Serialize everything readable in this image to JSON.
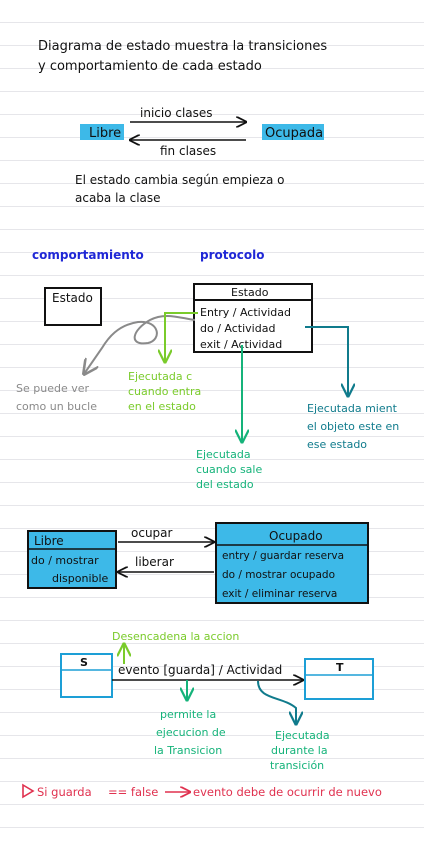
{
  "colors": {
    "ink": "#111111",
    "blue_highlight": "#3db9e8",
    "title_blue": "#1f27d6",
    "gray": "#8a8a8a",
    "lime": "#7acb2b",
    "green": "#15b37a",
    "teal": "#107b8c",
    "red": "#e0314f"
  },
  "intro": {
    "title_line1": "Diagrama de  estado muestra la transiciones",
    "title_line2": "y comportamiento de  cada estado",
    "state_libre": "Libre",
    "state_ocupada": "Ocupada",
    "arrow_inicio": "inicio clases",
    "arrow_fin": "fin clases",
    "note_line1": "El estado cambia según empieza o",
    "note_line2": "acaba la clase"
  },
  "types": {
    "comportamiento": "comportamiento",
    "protocolo": "protocolo",
    "simple_state": "Estado",
    "state_header": "Estado",
    "row_entry": "Entry / Actividad",
    "row_do": "do  / Actividad",
    "row_exit": "exit  / Actividad",
    "note_loop_1": "Se puede ver",
    "note_loop_2": "como un bucle",
    "note_entry_1": "Ejecutada c",
    "note_entry_2": "cuando entra",
    "note_entry_3": "en el estado",
    "note_exit_1": "Ejecutada",
    "note_exit_2": "cuando sale",
    "note_exit_3": "del estado",
    "note_do_1": "Ejecutada mient",
    "note_do_2": "el objeto este en",
    "note_do_3": "ese estado"
  },
  "example": {
    "libre_line1": "Libre",
    "libre_line2": "do / mostrar",
    "libre_line3": "disponible",
    "arrow_ocupar": "ocupar",
    "arrow_liberar": "liberar",
    "ocupado_header": "Ocupado",
    "ocupado_entry": "entry  / guardar reserva",
    "ocupado_do": "do     / mostrar ocupado",
    "ocupado_exit": "exit  / eliminar reserva"
  },
  "transition": {
    "state_s": "S",
    "state_t": "T",
    "label": "evento [guarda] / Actividad",
    "note_trigger": "Desencadena la accion",
    "note_guard_1": "permite la",
    "note_guard_2": "ejecucion de",
    "note_guard_3": "la Transicion",
    "note_activity_1": "Ejecutada",
    "note_activity_2": "durante la",
    "note_activity_3": "transición",
    "footer_1": "Si guarda",
    "footer_2": "== false",
    "footer_3": "evento debe de ocurrir de nuevo"
  }
}
